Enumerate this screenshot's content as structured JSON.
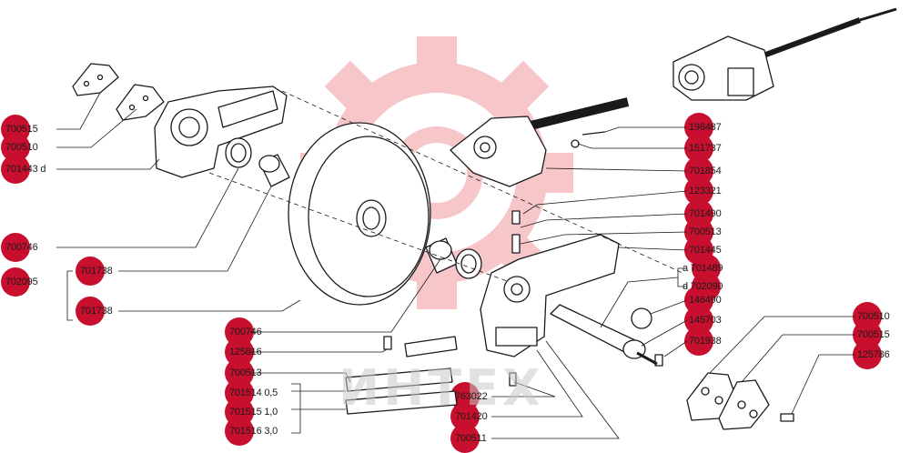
{
  "watermark_text": "ИНТЕХ",
  "labels": [
    "700515",
    "700510",
    "701443 d",
    "700746",
    "701738",
    "702095",
    "701738",
    "700746",
    "125816",
    "700513",
    "701514 0,5",
    "701515 1,0",
    "701516 3,0",
    "763022",
    "701420",
    "700511",
    "198487",
    "151737",
    "701854",
    "123321",
    "701490",
    "700513",
    "701445",
    "a 701489",
    "d 702090",
    "146490",
    "145703",
    "701938",
    "700510",
    "700515",
    "125786"
  ],
  "colors": {
    "accent": "#c8102e",
    "line": "#1a1a1a",
    "watermark": "#f3b3b8"
  }
}
